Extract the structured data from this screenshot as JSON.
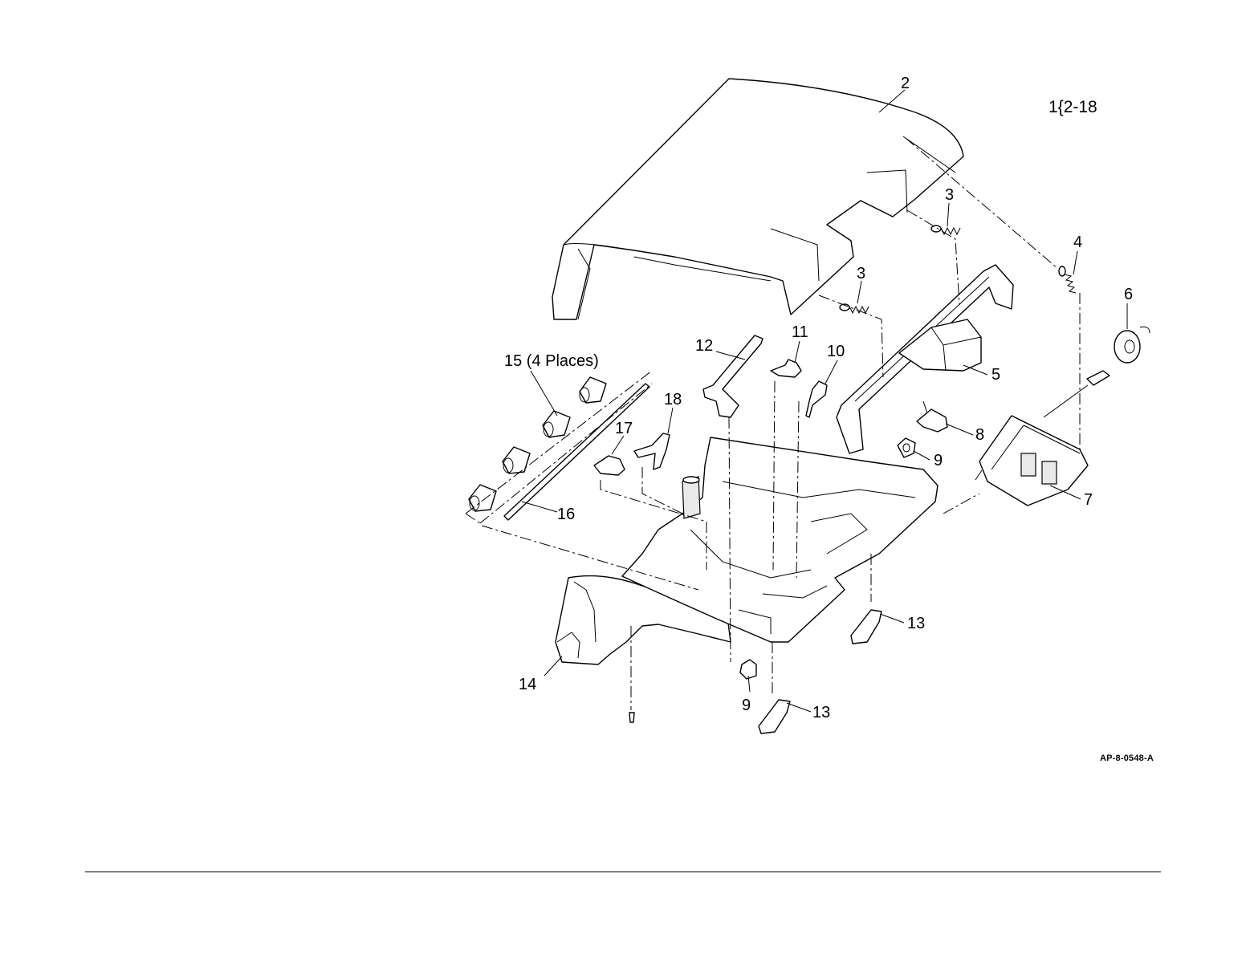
{
  "figure_ref": "1{2-18",
  "artwork_id": "AP-8-0548-A",
  "callouts": {
    "c2": "2",
    "c3a": "3",
    "c3b": "3",
    "c4": "4",
    "c5": "5",
    "c6": "6",
    "c7": "7",
    "c8": "8",
    "c9a": "9",
    "c9b": "9",
    "c10": "10",
    "c11": "11",
    "c12": "12",
    "c13a": "13",
    "c13b": "13",
    "c14": "14",
    "c15": "15 (4 Places)",
    "c16": "16",
    "c17": "17",
    "c18": "18"
  }
}
